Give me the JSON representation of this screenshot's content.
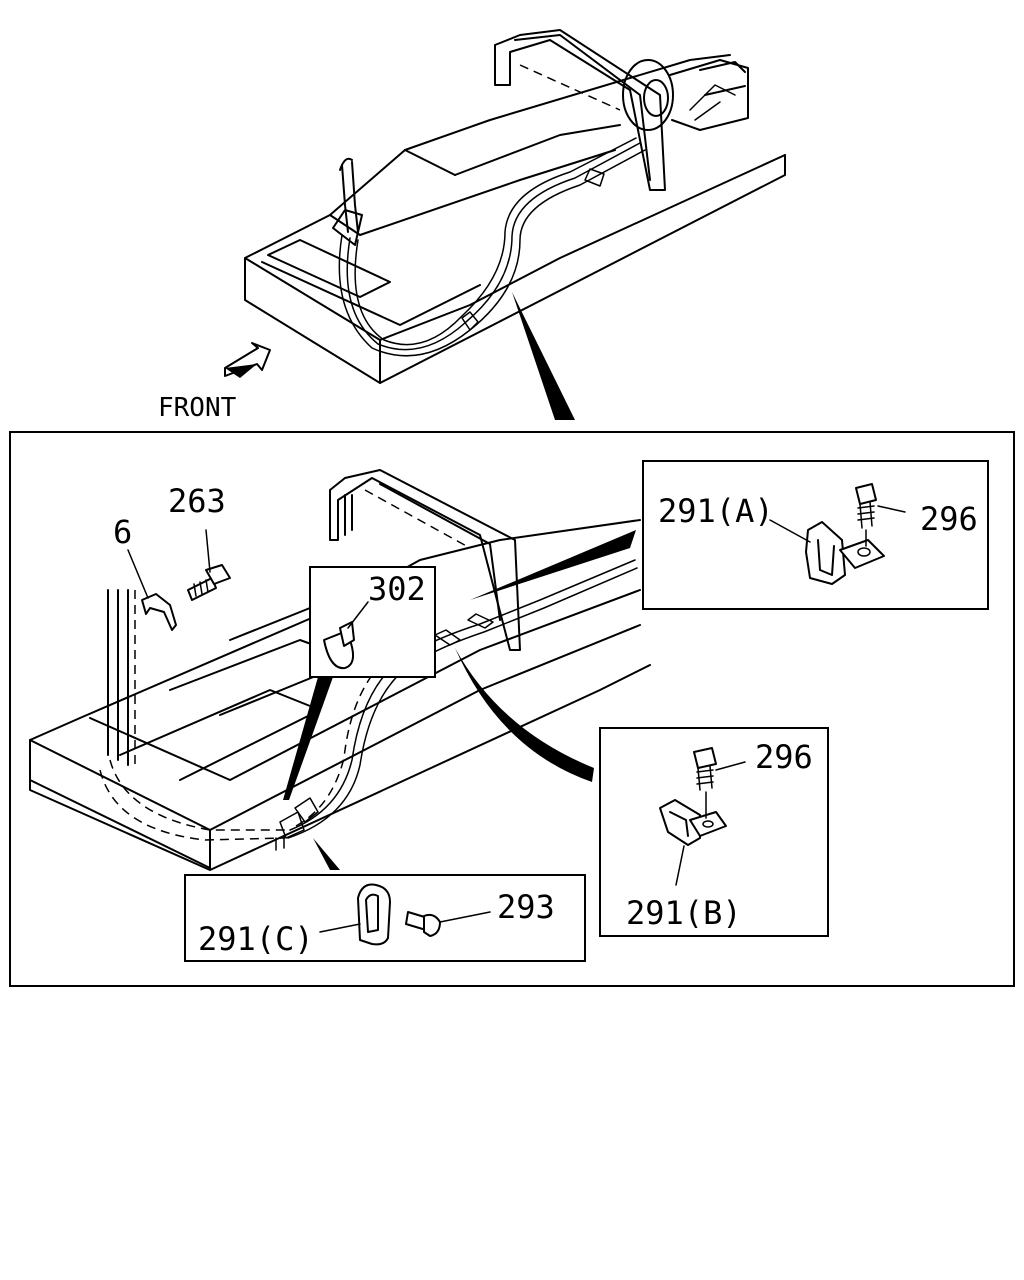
{
  "labels": {
    "front": "FRONT",
    "p263": "263",
    "p6": "6",
    "p302": "302",
    "p291a": "291(A)",
    "p296a": "296",
    "p296b": "296",
    "p291b": "291(B)",
    "p291c": "291(C)",
    "p293": "293"
  },
  "colors": {
    "ink": "#000000",
    "paper": "#ffffff"
  },
  "icons": [
    "front-arrow-icon"
  ]
}
